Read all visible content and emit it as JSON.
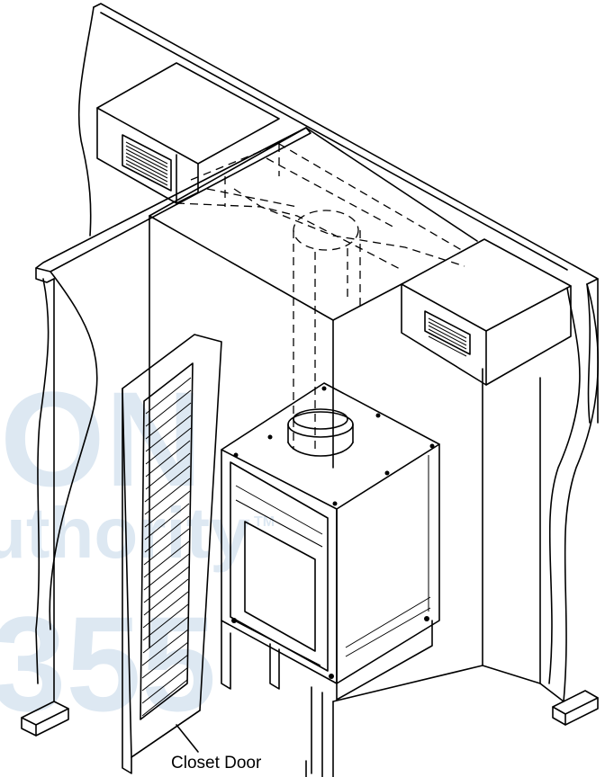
{
  "diagram": {
    "callout_label": "Closet Door",
    "watermark": {
      "line1": "ON",
      "line2": "uthority",
      "line3": "355",
      "trademark": "TM"
    }
  },
  "colors": {
    "line": "#000000",
    "background": "#ffffff",
    "watermark": "#dde8f2"
  }
}
